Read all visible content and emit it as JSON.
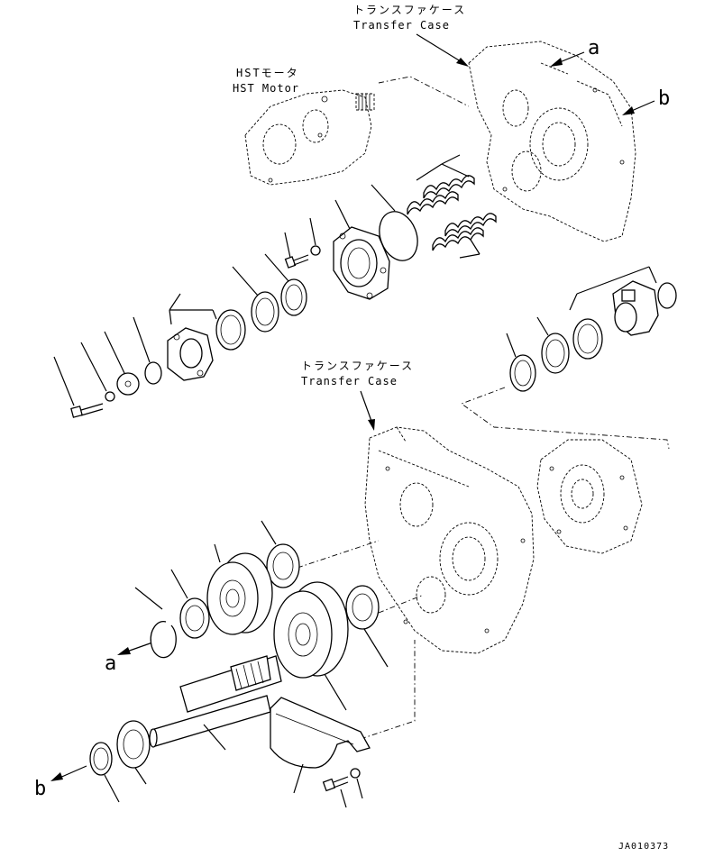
{
  "labels": {
    "transfer_case_top_jp": "トランスファケース",
    "transfer_case_top_en": "Transfer Case",
    "hst_motor_jp": "HSTモータ",
    "hst_motor_en": "HST Motor",
    "transfer_case_mid_jp": "トランスファケース",
    "transfer_case_mid_en": "Transfer Case",
    "ref_a_top": "a",
    "ref_b_top": "b",
    "ref_a_bottom": "a",
    "ref_b_bottom": "b",
    "drawing_id": "JA010373"
  }
}
